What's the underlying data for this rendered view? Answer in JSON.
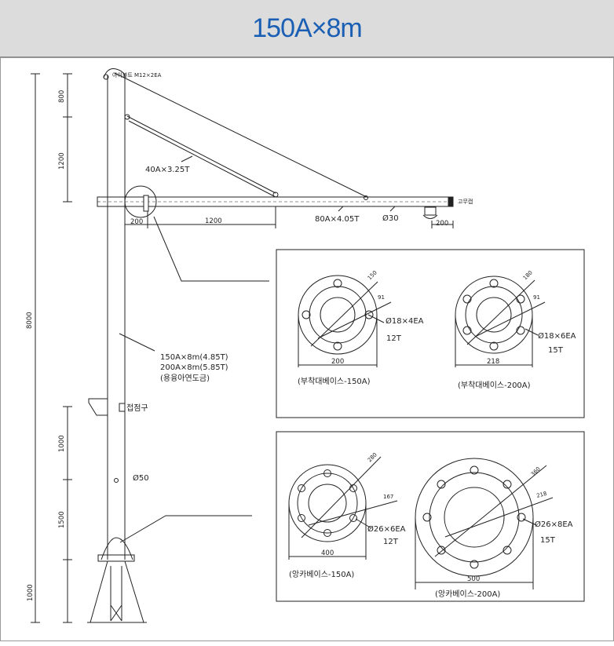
{
  "header": {
    "title": "150A×8m"
  },
  "pole": {
    "eye_bolt": "아이볼트 M12×2EA",
    "brace": "40A×3.25T",
    "arm": "80A×4.05T",
    "arm_dia": "Ø30",
    "rubber_cap": "고무캡",
    "spec_lines": [
      "150A×8m(4.85T)",
      "200A×8m(5.85T)",
      "(용융아연도금)"
    ],
    "ground_terminal": "접점구",
    "hole_dia": "Ø50"
  },
  "dimensions": {
    "left_total": "8000",
    "left_top_800": "800",
    "left_top_1200": "1200",
    "left_1000_upper": "1000",
    "left_1500": "1500",
    "left_1000_base": "1000",
    "arm_200_left": "200",
    "arm_1200": "1200",
    "arm_200_right": "200"
  },
  "panel_top": {
    "left": {
      "dim_150": "150",
      "dim_91": "91",
      "holes": "Ø18×4EA",
      "thickness": "12T",
      "width": "200",
      "caption": "(부착대베이스-150A)"
    },
    "right": {
      "dim_180": "180",
      "dim_91": "91",
      "holes": "Ø18×6EA",
      "thickness": "15T",
      "width": "218",
      "caption": "(부착대베이스-200A)"
    }
  },
  "panel_bottom": {
    "left": {
      "dim_280": "280",
      "dim_167": "167",
      "holes": "Ø26×6EA",
      "thickness": "12T",
      "width": "400",
      "caption": "(앙카베이스-150A)"
    },
    "right": {
      "dim_360": "360",
      "dim_218": "218",
      "holes": "Ø26×8EA",
      "thickness": "15T",
      "width": "500",
      "caption": "(앙카베이스-200A)"
    }
  }
}
